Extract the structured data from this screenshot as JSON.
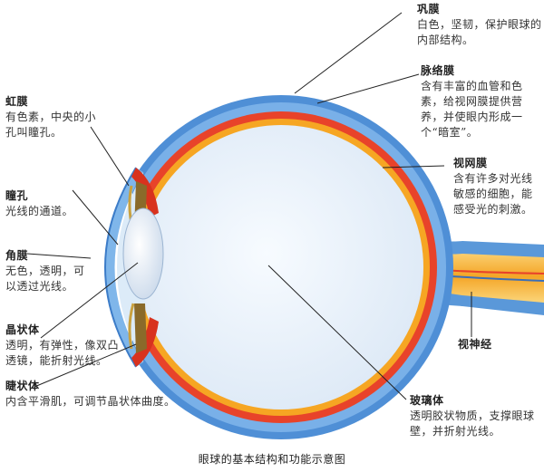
{
  "labels": {
    "sclera": {
      "title": "巩膜",
      "desc": "白色，坚韧，保护眼球的内部结构。"
    },
    "choroid": {
      "title": "脉络膜",
      "desc": "含有丰富的血管和色素，给视网膜提供营养，并使眼内形成一个“暗室”。"
    },
    "retina": {
      "title": "视网膜",
      "desc": "含有许多对光线敏感的细胞，能感受光的刺激。"
    },
    "iris": {
      "title": "虹膜",
      "desc": "有色素，中央的小孔叫瞳孔。"
    },
    "pupil": {
      "title": "瞳孔",
      "desc": "光线的通道。"
    },
    "cornea": {
      "title": "角膜",
      "desc": "无色，透明，可以透过光线。"
    },
    "lens": {
      "title": "晶状体",
      "desc": "透明，有弹性，像双凸透镜，能折射光线。"
    },
    "ciliary": {
      "title": "睫状体",
      "desc": "内含平滑肌，可调节晶状体曲度。"
    },
    "optic_nerve": {
      "title": "视神经",
      "desc": ""
    },
    "vitreous": {
      "title": "玻璃体",
      "desc": "透明胶状物质，支撑眼球壁，并折射光线。"
    }
  },
  "caption": "眼球的基本结构和功能示意图",
  "colors": {
    "sclera": "#4f8fd6",
    "sclera_light": "#8fc0ee",
    "choroid": "#e8432a",
    "retina": "#f6a623",
    "vitreous": "#eef4fb",
    "iris": "#8a6a2a",
    "nerve": "#f4b43c"
  }
}
